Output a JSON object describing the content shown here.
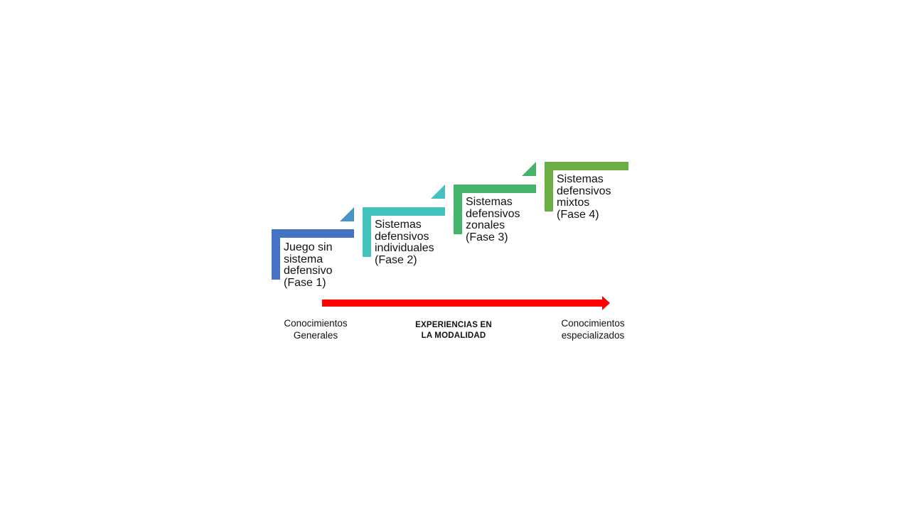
{
  "steps": [
    {
      "label": "Juego sin\nsistema\ndefensivo\n(Fase 1)",
      "color": "#4472C4",
      "tab_color": "#4A95C7"
    },
    {
      "label": "Sistemas\ndefensivos\nindividuales\n(Fase 2)",
      "color": "#43C1BD",
      "tab_color": "#43C1BD"
    },
    {
      "label": "Sistemas\ndefensivos\nzonales\n(Fase 3)",
      "color": "#45B36A",
      "tab_color": "#45B36A"
    },
    {
      "label": "Sistemas\ndefensivos\nmixtos\n(Fase 4)",
      "color": "#6AAE44",
      "tab_color": "#62B347"
    }
  ],
  "arrow": {
    "color": "#FF0000"
  },
  "labels": {
    "left": "Conocimientos\nGenerales",
    "center": "EXPERIENCIAS  EN\nLA MODALIDAD",
    "right": "Conocimientos\nespecializados"
  }
}
